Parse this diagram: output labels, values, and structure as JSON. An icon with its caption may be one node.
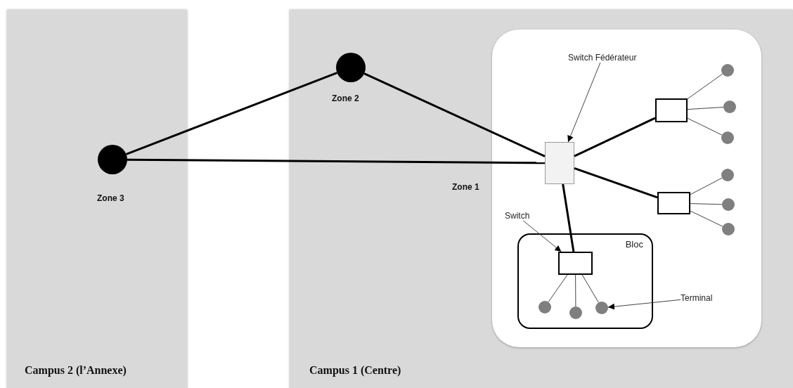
{
  "diagram": {
    "nodes": [
      {
        "text": [
          "Campus 2 (l’Annexe)"
        ]
      },
      {
        "text": [
          "Campus 1 (Centre)"
        ]
      },
      {
        "text": [],
        "shape": "box",
        "in": 1
      },
      {
        "text": [],
        "shape": "circle",
        "in": 0,
        "beside": [
          "Zone 3"
        ]
      },
      {
        "text": [],
        "shape": "circle",
        "in": 1,
        "beside": [
          "Zone 2"
        ]
      },
      {
        "text": [
          "Switch Fédérateur"
        ],
        "in": 2
      },
      {
        "text": [],
        "shape": "box",
        "in": 2
      },
      {
        "text": [],
        "shape": "box",
        "in": 2
      },
      {
        "text": [],
        "shape": "circle",
        "in": 2
      },
      {
        "text": [],
        "shape": "circle",
        "in": 2
      },
      {
        "text": [],
        "shape": "circle",
        "in": 2
      },
      {
        "text": [],
        "shape": "box",
        "in": 2
      },
      {
        "text": [],
        "shape": "circle",
        "in": 2
      },
      {
        "text": [],
        "shape": "circle",
        "in": 2
      },
      {
        "text": [],
        "shape": "circle",
        "in": 2
      },
      {
        "text": [
          "Bloc"
        ],
        "in": 2
      },
      {
        "text": [
          "Switch"
        ],
        "in": 2
      },
      {
        "text": [],
        "shape": "box",
        "in": 15
      },
      {
        "text": [],
        "shape": "circle",
        "in": 15
      },
      {
        "text": [],
        "shape": "circle",
        "in": 15
      },
      {
        "text": [],
        "shape": "circle",
        "in": 15
      },
      {
        "text": [
          "Terminal"
        ],
        "in": 2
      }
    ],
    "edges": [
      {
        "from": 3,
        "to": 4,
        "arrow": "none",
        "style": "thick"
      },
      {
        "from": 4,
        "to": 6,
        "arrow": "none",
        "style": "thick"
      },
      {
        "from": 3,
        "to": 6,
        "arrow": "none",
        "style": "thick"
      },
      {
        "from": 6,
        "to": 7,
        "arrow": "none",
        "style": "thick"
      },
      {
        "from": 6,
        "to": 11,
        "arrow": "none",
        "style": "thick"
      },
      {
        "from": 6,
        "to": 17,
        "arrow": "none",
        "style": "thick"
      },
      {
        "from": 5,
        "to": 6,
        "arrow": "to"
      },
      {
        "from": 7,
        "to": 8,
        "arrow": "none"
      },
      {
        "from": 7,
        "to": 9,
        "arrow": "none"
      },
      {
        "from": 7,
        "to": 10,
        "arrow": "none"
      },
      {
        "from": 11,
        "to": 12,
        "arrow": "none"
      },
      {
        "from": 11,
        "to": 13,
        "arrow": "none"
      },
      {
        "from": 11,
        "to": 14,
        "arrow": "none"
      },
      {
        "from": 16,
        "to": 17,
        "arrow": "to"
      },
      {
        "from": 17,
        "to": 18,
        "arrow": "none"
      },
      {
        "from": 17,
        "to": 19,
        "arrow": "none"
      },
      {
        "from": 17,
        "to": 20,
        "arrow": "none"
      },
      {
        "from": 21,
        "to": 20,
        "arrow": "to"
      }
    ],
    "labels": [
      "Zone 1"
    ]
  }
}
